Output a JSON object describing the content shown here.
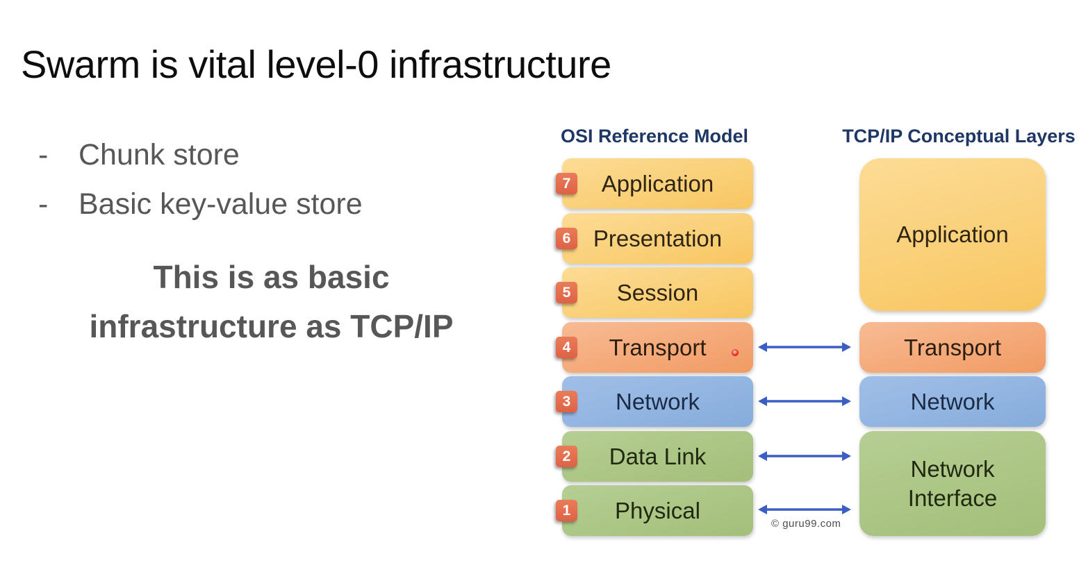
{
  "slide": {
    "title": "Swarm is vital level-0 infrastructure",
    "bullet_marker": "-",
    "bullets": [
      "Chunk store",
      "Basic key-value store"
    ],
    "emphasis_lines": [
      "This is as basic",
      "infrastructure as TCP/IP"
    ]
  },
  "diagram": {
    "left_header": "OSI Reference Model",
    "right_header": "TCP/IP Conceptual Layers",
    "watermark": "© guru99.com",
    "osi_layers": [
      {
        "num": "7",
        "label": "Application"
      },
      {
        "num": "6",
        "label": "Presentation"
      },
      {
        "num": "5",
        "label": "Session"
      },
      {
        "num": "4",
        "label": "Transport"
      },
      {
        "num": "3",
        "label": "Network"
      },
      {
        "num": "2",
        "label": "Data Link"
      },
      {
        "num": "1",
        "label": "Physical"
      }
    ],
    "tcpip_layers": [
      {
        "label": "Application"
      },
      {
        "label": "Transport"
      },
      {
        "label": "Network"
      },
      {
        "label": "Network Interface"
      }
    ],
    "colors": {
      "yellow_top": "#FCDC96",
      "yellow_bottom": "#F8C661",
      "salmon_top": "#F8BB94",
      "salmon_bottom": "#F19B63",
      "blue_top": "#A0BFE7",
      "blue_bottom": "#86ACDC",
      "green_top": "#B6CE94",
      "green_bottom": "#A3BF79",
      "badge": "#DE6246",
      "arrow": "#3A5EC4",
      "header": "#1E3765",
      "laser": "#E91D0E"
    }
  }
}
